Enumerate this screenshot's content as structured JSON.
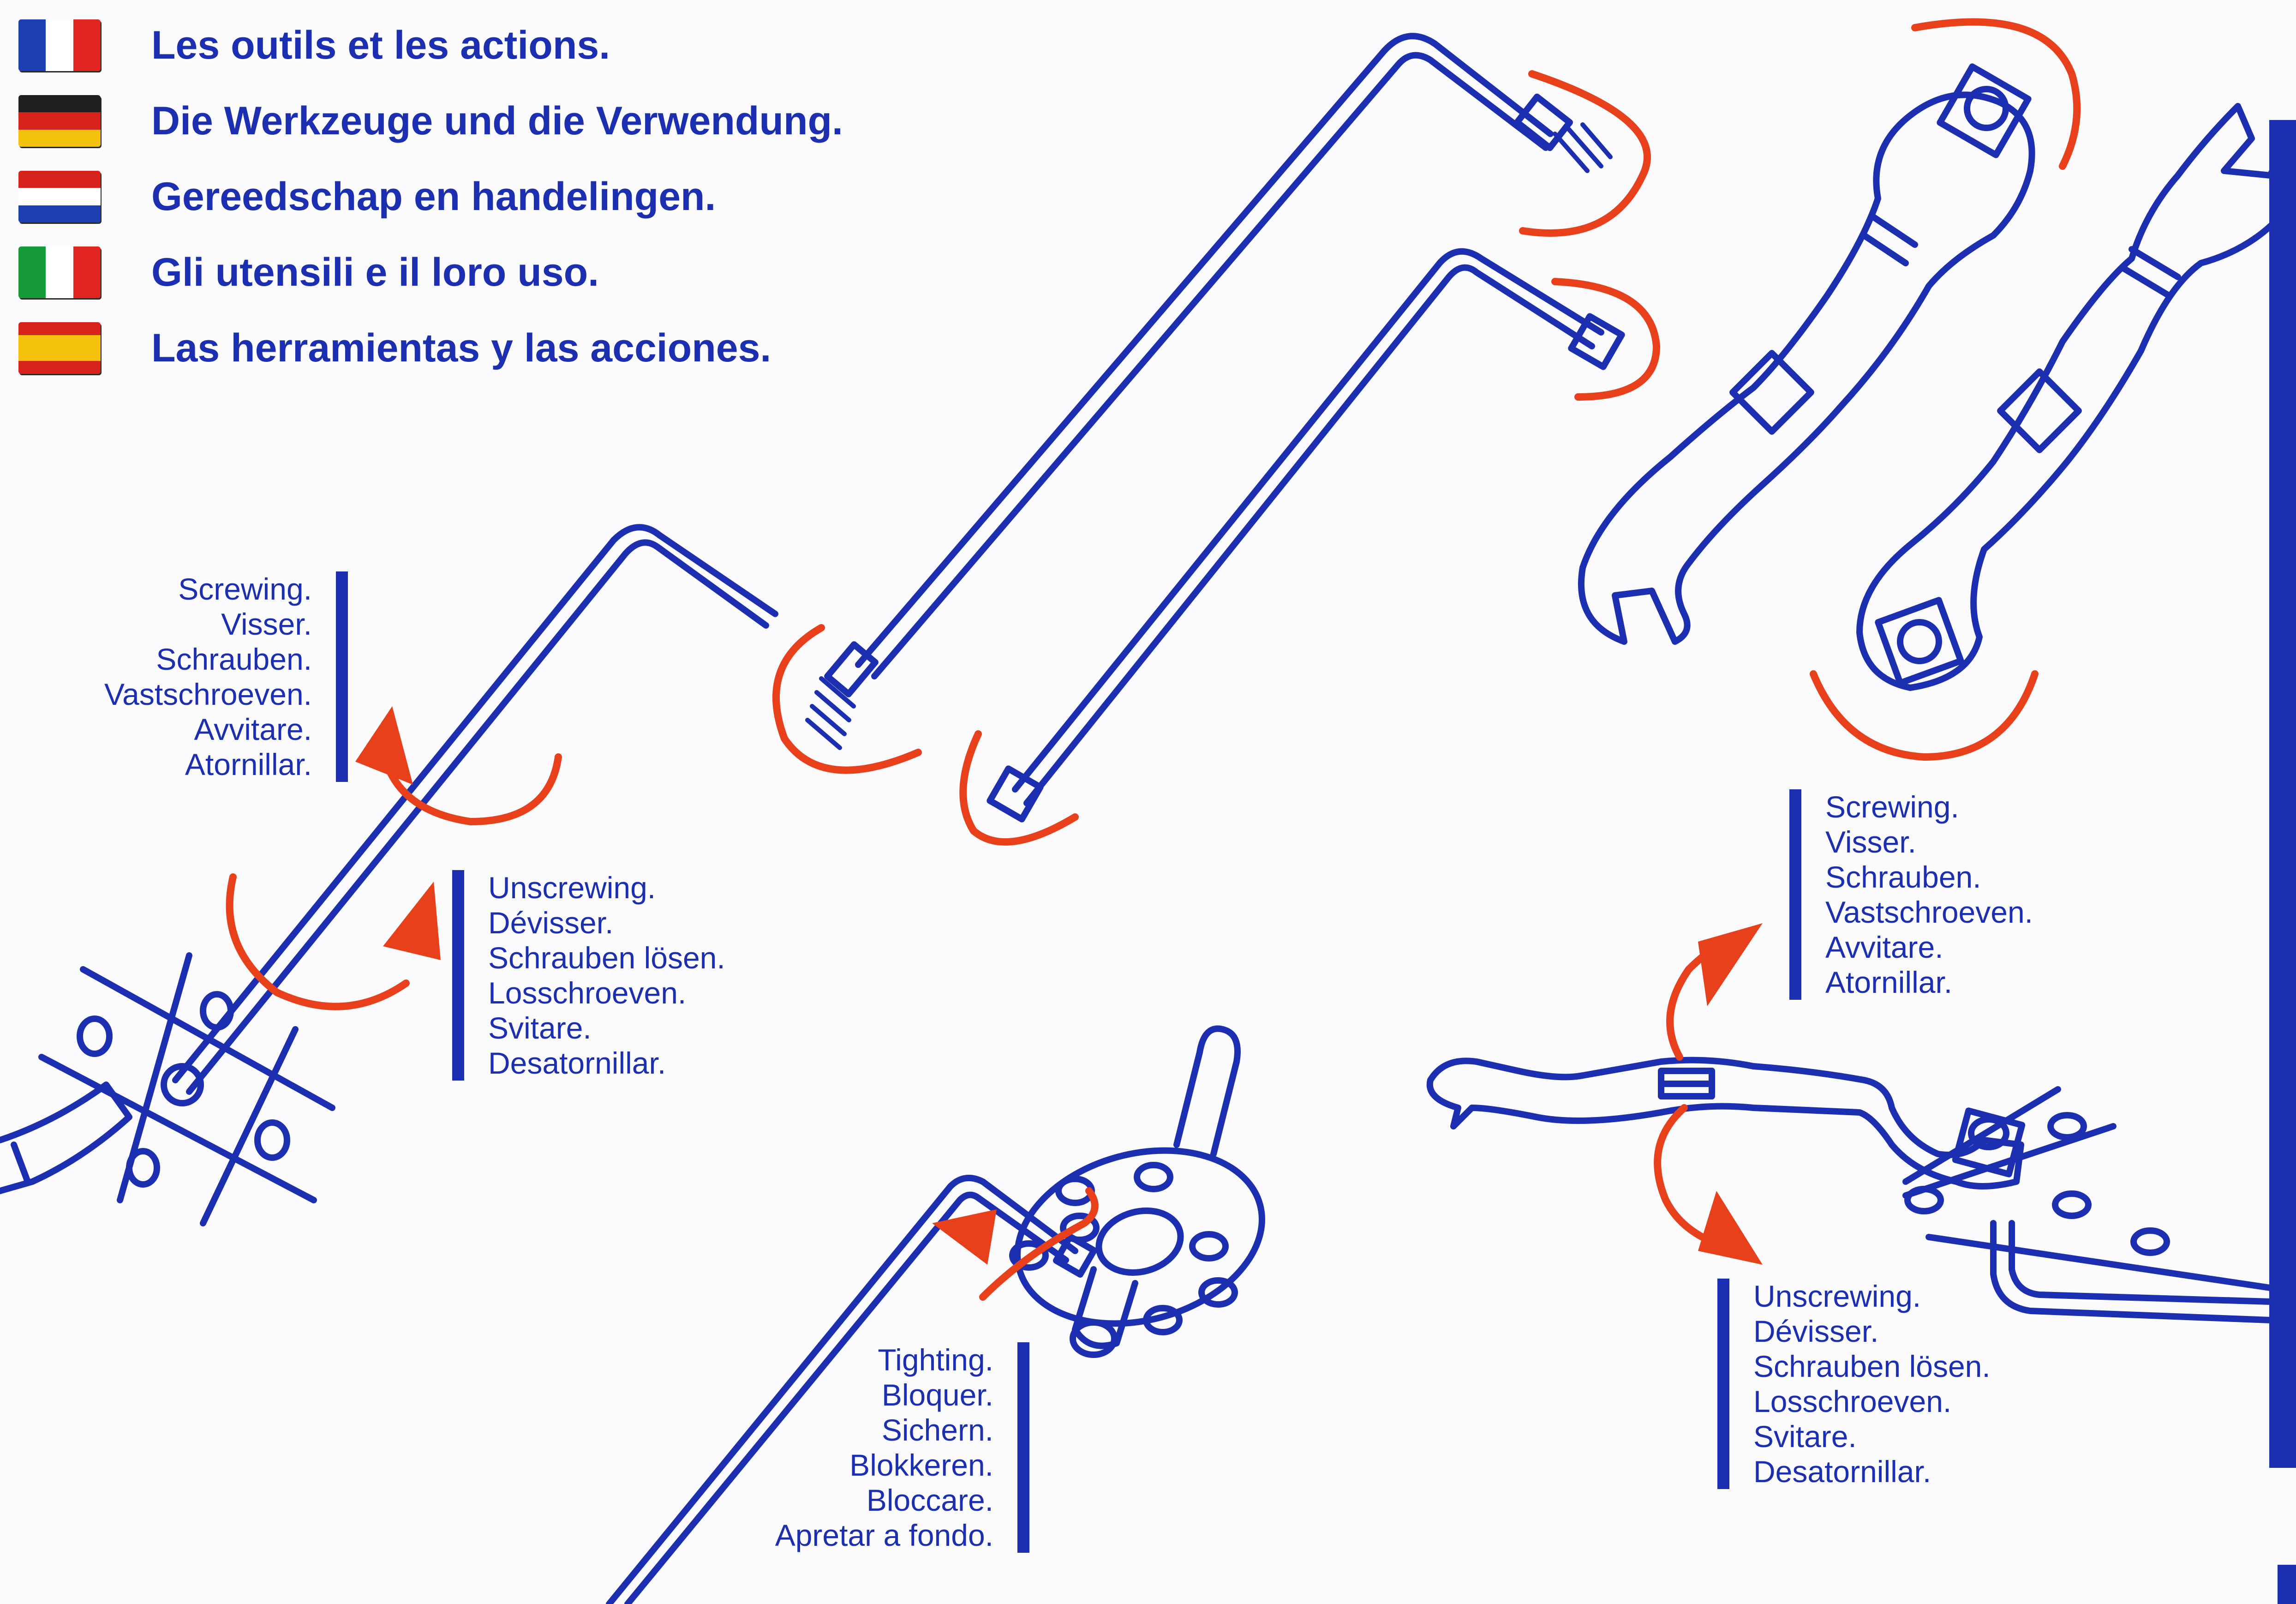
{
  "headings": [
    {
      "lang": "fr",
      "flag_colors": [
        "#1d3fb3",
        "#ffffff",
        "#e02420"
      ],
      "flag_orientation": "vertical",
      "text": "Les outils et les actions."
    },
    {
      "lang": "de",
      "flag_colors": [
        "#1f1f1f",
        "#d8231c",
        "#f4c20d"
      ],
      "flag_orientation": "horizontal",
      "text": "Die Werkzeuge und die Verwendung."
    },
    {
      "lang": "nl",
      "flag_colors": [
        "#d8231c",
        "#ffffff",
        "#1d3fb3"
      ],
      "flag_orientation": "horizontal",
      "text": "Gereedschap en handelingen."
    },
    {
      "lang": "it",
      "flag_colors": [
        "#169b3a",
        "#ffffff",
        "#e02420"
      ],
      "flag_orientation": "vertical",
      "text": "Gli utensili e il loro uso."
    },
    {
      "lang": "es",
      "flag_colors": [
        "#d8231c",
        "#f4c20d",
        "#d8231c"
      ],
      "flag_orientation": "horizontal",
      "text": "Las herramientas y las acciones."
    }
  ],
  "labels": {
    "screwing_left": [
      "Screwing.",
      "Visser.",
      "Schrauben.",
      "Vastschroeven.",
      "Avvitare.",
      "Atornillar."
    ],
    "unscrewing_left": [
      "Unscrewing.",
      "Dévisser.",
      "Schrauben lösen.",
      "Losschroeven.",
      "Svitare.",
      "Desatornillar."
    ],
    "tighting": [
      "Tighting.",
      "Bloquer.",
      "Sichern.",
      "Blokkeren.",
      "Bloccare.",
      "Apretar a fondo."
    ],
    "screwing_right": [
      "Screwing.",
      "Visser.",
      "Schrauben.",
      "Vastschroeven.",
      "Avvitare.",
      "Atornillar."
    ],
    "unscrewing_right": [
      "Unscrewing.",
      "Dévisser.",
      "Schrauben lösen.",
      "Losschroeven.",
      "Svitare.",
      "Desatornillar."
    ]
  },
  "colors": {
    "ink": "#1b2fb0",
    "arrow": "#e8401a",
    "background": "#fbfbfd"
  }
}
